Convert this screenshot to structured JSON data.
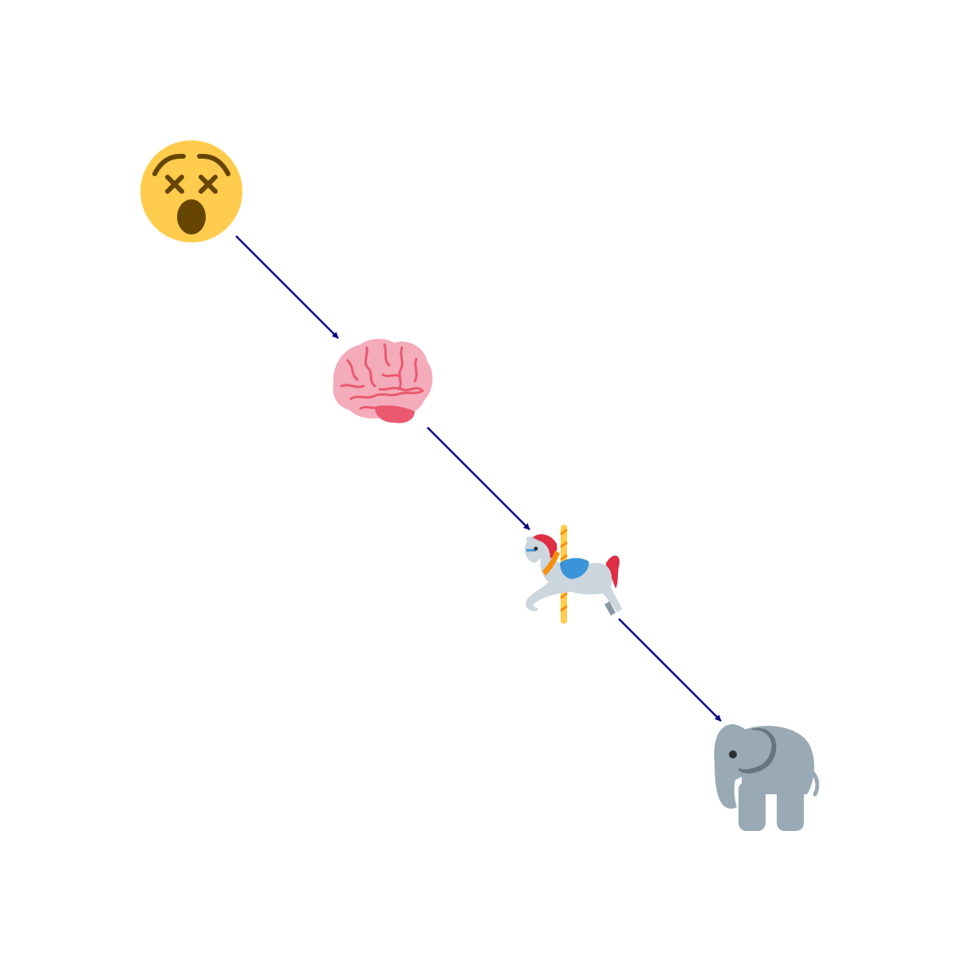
{
  "diagram": {
    "type": "emoji-chain",
    "edge_color": "#000080",
    "nodes": [
      {
        "id": "dizzy",
        "icon": "dizzy-face-icon"
      },
      {
        "id": "brain",
        "icon": "brain-icon"
      },
      {
        "id": "carousel",
        "icon": "carousel-horse-icon"
      },
      {
        "id": "elephant",
        "icon": "elephant-icon"
      }
    ],
    "edges": [
      {
        "from": "dizzy",
        "to": "brain"
      },
      {
        "from": "brain",
        "to": "carousel"
      },
      {
        "from": "carousel",
        "to": "elephant"
      }
    ],
    "colors": {
      "face_yellow": "#FFCC4D",
      "face_features": "#664500",
      "brain_pink": "#F4ABBA",
      "brain_lines": "#EA596E",
      "horse_body": "#CCD6DD",
      "horse_dark": "#8899A6",
      "horse_mane": "#DD2E44",
      "horse_saddle": "#3B94D9",
      "horse_collar": "#F4900C",
      "pole_yellow": "#FFCC4D",
      "pole_orange": "#F4900C",
      "elephant_body": "#99AAB5",
      "elephant_ear": "#66757F",
      "elephant_eye": "#292F33"
    }
  }
}
